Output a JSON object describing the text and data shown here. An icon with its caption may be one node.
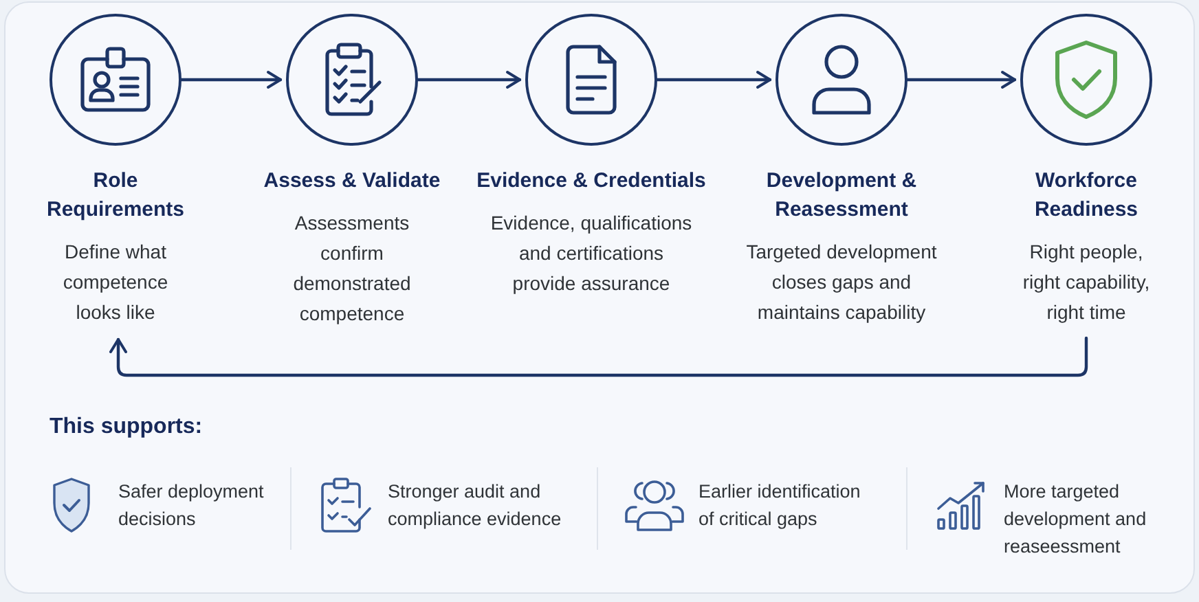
{
  "diagram": {
    "nodes": [
      {
        "text": [
          "Role Requirements",
          "Define what competence looks like"
        ]
      },
      {
        "text": [
          "Assess & Validate",
          "Assessments confirm demonstrated competence"
        ]
      },
      {
        "text": [
          "Evidence & Credentials",
          "Evidence, qualifications and certifications provide assurance"
        ]
      },
      {
        "text": [
          "Development & Reasessment",
          "Targeted development closes gaps and maintains capability"
        ]
      },
      {
        "text": [
          "Workforce Readiness",
          "Right people, right capability, right time"
        ]
      }
    ],
    "edges": [
      {
        "from": 0,
        "to": 1,
        "arrow": "to"
      },
      {
        "from": 1,
        "to": 2,
        "arrow": "to"
      },
      {
        "from": 2,
        "to": 3,
        "arrow": "to"
      },
      {
        "from": 3,
        "to": 4,
        "arrow": "to"
      },
      {
        "from": 4,
        "to": 0,
        "arrow": "to"
      }
    ],
    "labels": [
      "This supports:",
      "Safer deployment decisions",
      "Stronger audit and compliance evidence",
      "Earlier identification of critical gaps",
      "More targeted development and reaseessment"
    ]
  }
}
